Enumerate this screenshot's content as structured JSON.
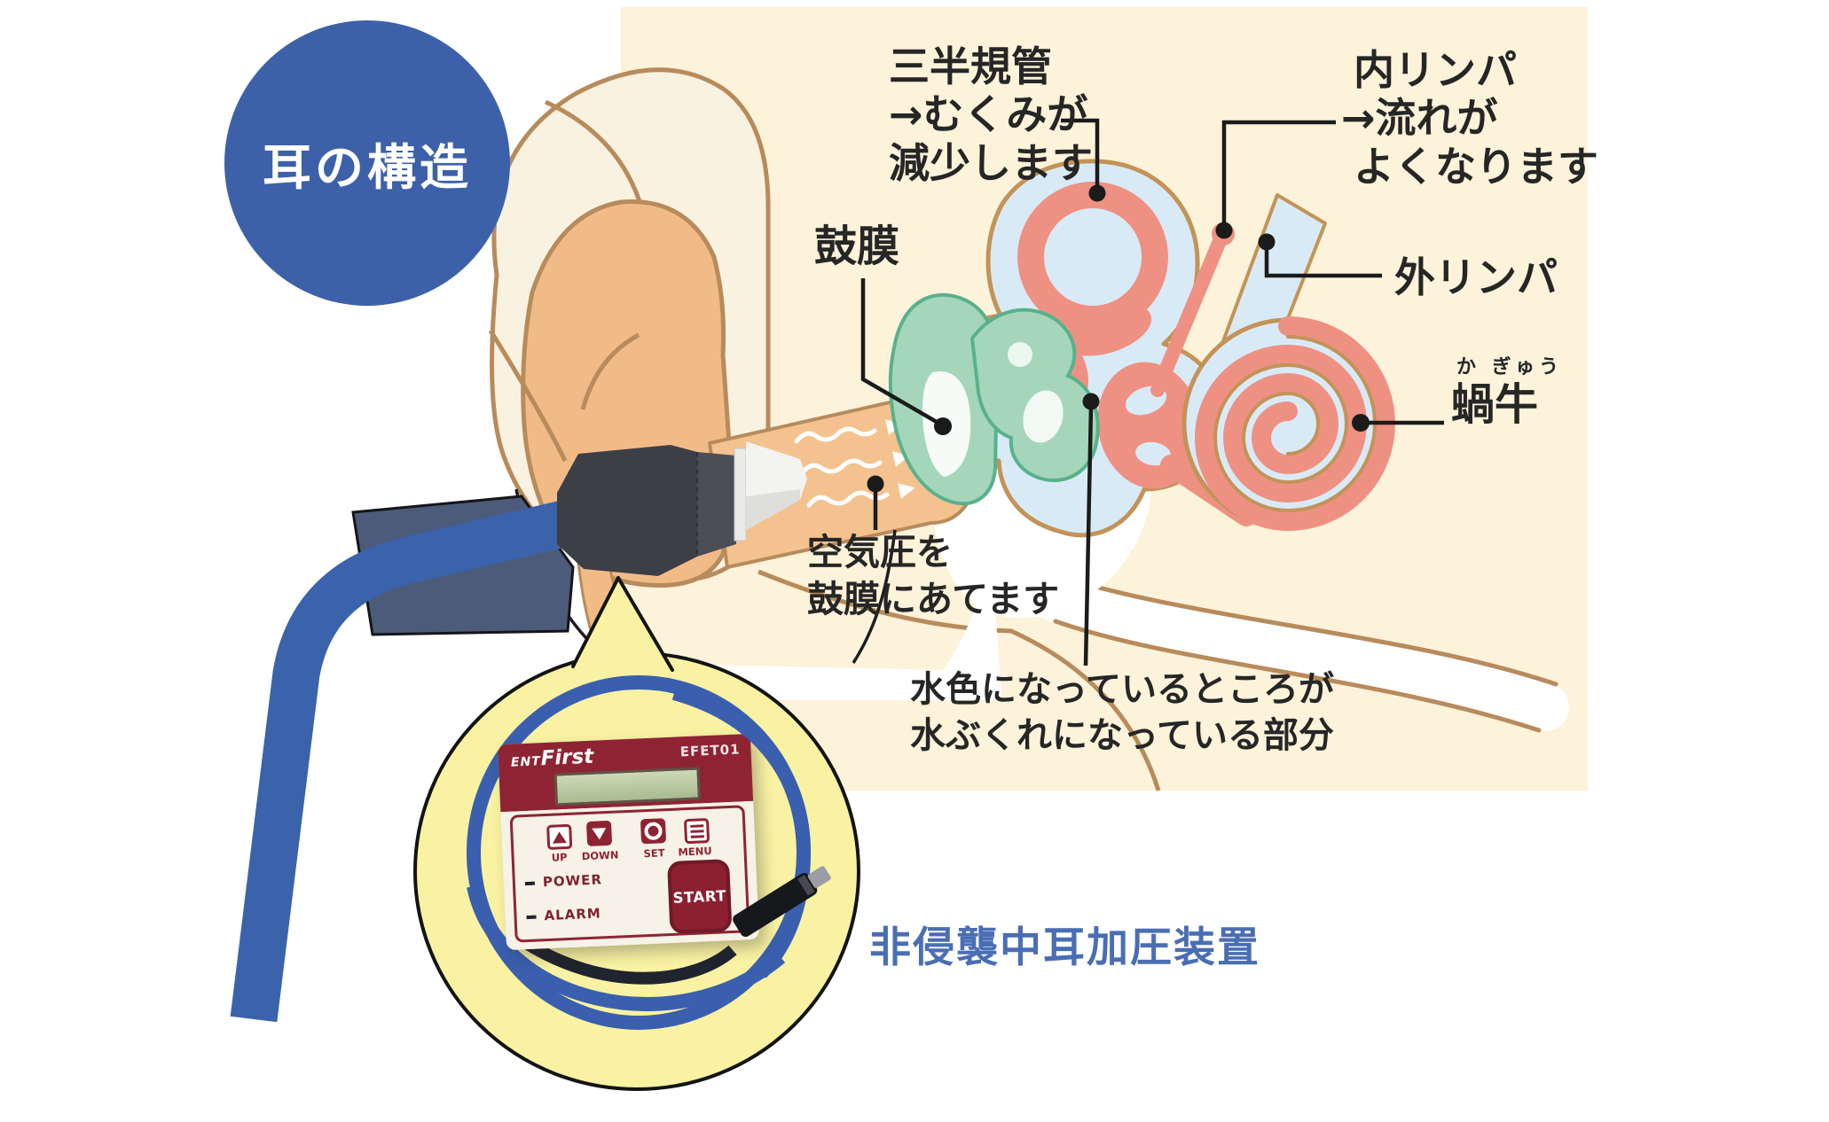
{
  "badge": {
    "label": "耳の構造"
  },
  "annotations": {
    "semicircular_canal": {
      "line1": "三半規管",
      "line2": "→むくみが",
      "line3": "減少します"
    },
    "endolymph": {
      "line1": "内リンパ",
      "line2": "→流れが",
      "line3": "よくなります"
    },
    "perilymph": {
      "label": "外リンパ"
    },
    "eardrum": {
      "label": "鼓膜"
    },
    "air_pressure": {
      "line1": "空気圧を",
      "line2": "鼓膜にあてます"
    },
    "edema": {
      "line1": "水色になっているところが",
      "line2": "水ぶくれになっている部分"
    },
    "cochlea": {
      "furigana": "か ぎゅう",
      "label": "蝸牛"
    }
  },
  "device": {
    "brand_prefix": "ENT",
    "brand_name": "First",
    "model": "EFET01",
    "btn_up": "UP",
    "btn_down": "DOWN",
    "btn_set": "SET",
    "btn_menu": "MENU",
    "indicator_power": "POWER",
    "indicator_alarm": "ALARM",
    "start": "START"
  },
  "caption": {
    "label": "非侵襲中耳加圧装置"
  },
  "colors": {
    "badge_bg": "#3d61a9",
    "panel_bg": "#fdf3da",
    "caption_blue": "#4a6eb4",
    "device_maroon": "#8e2433",
    "tube_blue": "#3b63ac",
    "bubble_yellow": "#f8f2a2",
    "inner_ear_pink": "#ee9183",
    "fluid_light_blue": "#d9eaf7",
    "membrane_green": "#a5d6ba",
    "outline_brown": "#b88b5c"
  }
}
